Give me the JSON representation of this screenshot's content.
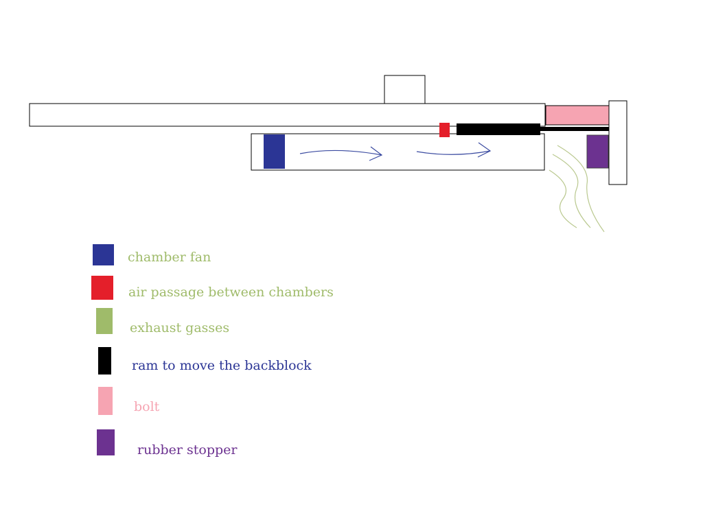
{
  "colors": {
    "chamber_fan": "#2b3595",
    "air_passage": "#e41f2a",
    "exhaust": "#9fbb6a",
    "ram": "#000000",
    "bolt": "#f6a4b2",
    "rubber_stopper": "#6c3290",
    "arrow_stroke": "#3a4aa0",
    "exhaust_stroke": "#b9c88e"
  },
  "legend": [
    {
      "key": "chamber_fan",
      "label": "chamber fan",
      "text_color": "#9fbb6a"
    },
    {
      "key": "air_passage",
      "label": "air passage between chambers",
      "text_color": "#9fbb6a"
    },
    {
      "key": "exhaust",
      "label": "exhaust gasses",
      "text_color": "#9fbb6a"
    },
    {
      "key": "ram",
      "label": "ram to move the backblock",
      "text_color": "#2b3595"
    },
    {
      "key": "bolt",
      "label": "bolt",
      "text_color": "#f6a4b2"
    },
    {
      "key": "rubber_stopper",
      "label": "rubber stopper",
      "text_color": "#6c3290"
    }
  ]
}
